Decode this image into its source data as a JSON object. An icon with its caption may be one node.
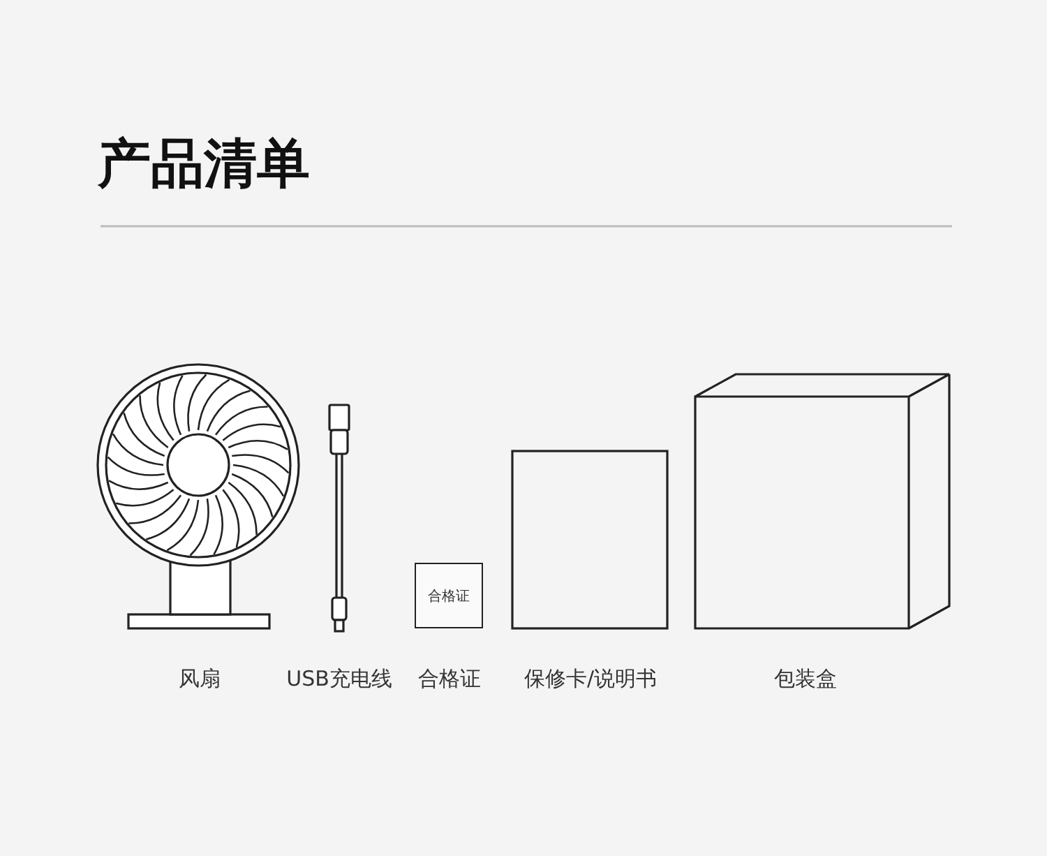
{
  "diagram": {
    "title": "产品清单",
    "nodes": [
      {
        "text": [
          "合格证"
        ],
        "beside": [
          "合格证"
        ]
      }
    ],
    "labels": [
      "风扇",
      "USB充电线",
      "保修卡/说明书",
      "包装盒"
    ]
  }
}
